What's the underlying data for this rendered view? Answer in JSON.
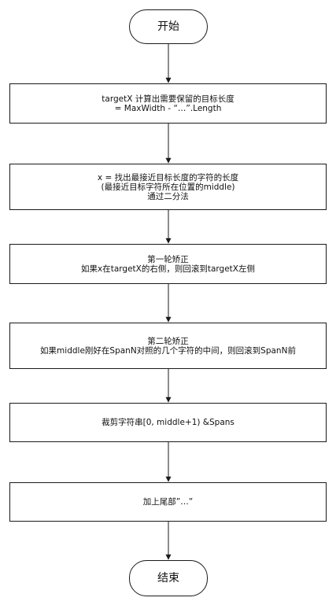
{
  "flowchart": {
    "nodes": [
      {
        "id": "start",
        "kind": "terminal",
        "lines": [
          "开始"
        ]
      },
      {
        "id": "step-target-length",
        "kind": "process",
        "lines": [
          "targetX 计算出需要保留的目标长度",
          "= MaxWidth - “…”.Length"
        ]
      },
      {
        "id": "step-find-nearest",
        "kind": "process",
        "lines": [
          "x = 找出最接近目标长度的字符的长度",
          "(最接近目标字符所在位置的middle)",
          "通过二分法"
        ]
      },
      {
        "id": "step-first-correction",
        "kind": "process",
        "lines": [
          "第一轮矫正",
          "如果x在targetX的右侧，则回滚到targetX左侧"
        ]
      },
      {
        "id": "step-second-correction",
        "kind": "process",
        "lines": [
          "第二轮矫正",
          "如果middle刚好在SpanN对照的几个字符的中间，则回滚到SpanN前"
        ]
      },
      {
        "id": "step-trim-string",
        "kind": "process",
        "lines": [
          "裁剪字符串[0, middle+1) &Spans"
        ]
      },
      {
        "id": "step-append-tail",
        "kind": "process",
        "lines": [
          "加上尾部”…”"
        ]
      },
      {
        "id": "end",
        "kind": "terminal",
        "lines": [
          "结束"
        ]
      }
    ]
  }
}
